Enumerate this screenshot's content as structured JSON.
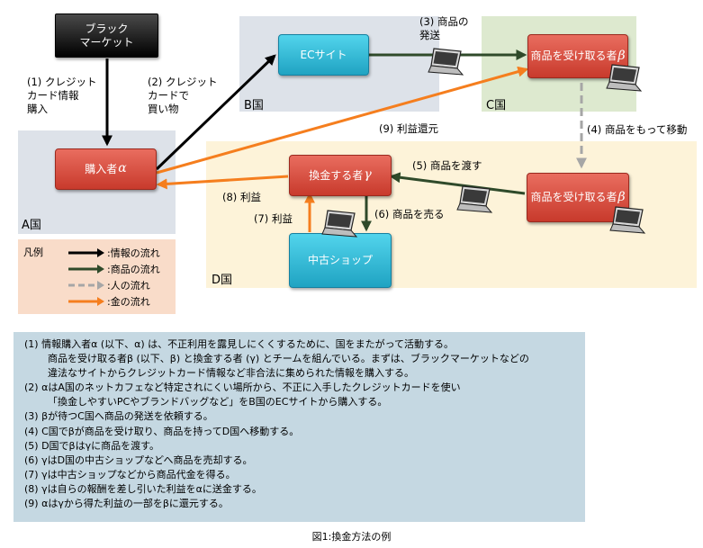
{
  "regions": {
    "a": "A国",
    "b": "B国",
    "c": "C国",
    "d": "D国"
  },
  "nodes": {
    "black_market": [
      "ブラック",
      "マーケット"
    ],
    "buyer": "購入者",
    "buyer_greek": "α",
    "ec_site": "ECサイト",
    "receiver_c": "商品を受け取る者",
    "receiver_c_greek": "β",
    "receiver_d": "商品を受け取る者",
    "receiver_d_greek": "β",
    "exchanger": "換金する者",
    "exchanger_greek": "γ",
    "used_shop": "中古ショップ"
  },
  "labels": {
    "s1": [
      "(1) クレジット",
      "カード情報",
      "購入"
    ],
    "s2": [
      "(2) クレジット",
      "カードで",
      "買い物"
    ],
    "s3": [
      "(3) 商品の",
      "発送"
    ],
    "s4": "(4) 商品をもって移動",
    "s5": "(5) 商品を渡す",
    "s6": "(6) 商品を売る",
    "s7": "(7) 利益",
    "s8": "(8) 利益",
    "s9": "(9) 利益還元"
  },
  "legend": {
    "title": "凡例",
    "items": [
      {
        "label": ":情報の流れ",
        "color": "#000000",
        "dashed": false
      },
      {
        "label": ":商品の流れ",
        "color": "#2f4a2a",
        "dashed": false
      },
      {
        "label": ":人の流れ",
        "color": "#a6a6a6",
        "dashed": true
      },
      {
        "label": ":金の流れ",
        "color": "#f57e1e",
        "dashed": false
      }
    ]
  },
  "notes": [
    {
      "text": "(1) 情報購入者α (以下、α) は、不正利用を露見しにくくするために、国をまたがって活動する。",
      "indent": false
    },
    {
      "text": "商品を受け取る者β (以下、β) と換金する者 (γ) とチームを組んでいる。まずは、ブラックマーケットなどの",
      "indent": true
    },
    {
      "text": "違法なサイトからクレジットカード情報など非合法に集められた情報を購入する。",
      "indent": true
    },
    {
      "text": "(2) αはA国のネットカフェなど特定されにくい場所から、不正に入手したクレジットカードを使い",
      "indent": false
    },
    {
      "text": "「換金しやすいPCやブランドバッグなど」をB国のECサイトから購入する。",
      "indent": true
    },
    {
      "text": "(3) βが待つC国へ商品の発送を依頼する。",
      "indent": false
    },
    {
      "text": "(4) C国でβが商品を受け取り、商品を持ってD国へ移動する。",
      "indent": false
    },
    {
      "text": "(5) D国でβはγに商品を渡す。",
      "indent": false
    },
    {
      "text": "(6) γはD国の中古ショップなどへ商品を売却する。",
      "indent": false
    },
    {
      "text": "(7) γは中古ショップなどから商品代金を得る。",
      "indent": false
    },
    {
      "text": "(8) γは自らの報酬を差し引いた利益をαに送金する。",
      "indent": false
    },
    {
      "text": "(9) αはγから得た利益の一部をβに還元する。",
      "indent": false
    }
  ],
  "caption": "図1:換金方法の例",
  "colors": {
    "info_flow": "#000000",
    "goods_flow": "#2f4a2a",
    "people_flow": "#a6a6a6",
    "money_flow": "#f57e1e",
    "node_red": "#d9493a",
    "node_cyan": "#2bb7d6"
  }
}
